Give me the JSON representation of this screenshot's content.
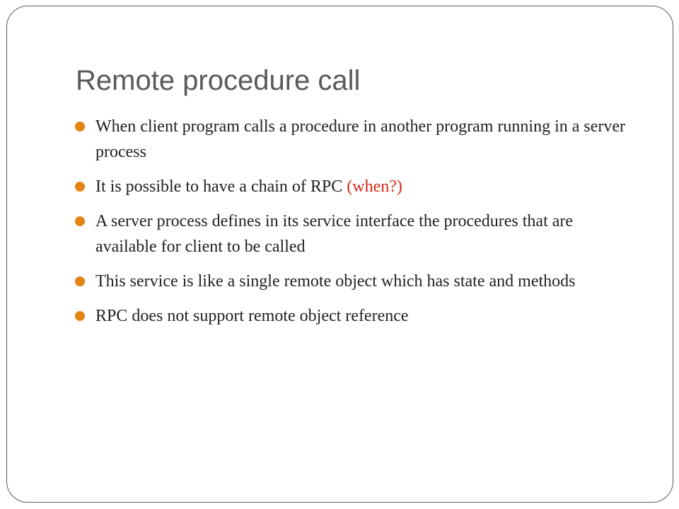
{
  "slide": {
    "title": "Remote procedure call",
    "bullet_color": "#E48312",
    "accent_color": "#D2261A",
    "bullets": [
      {
        "text": "When client program calls a procedure in another program running in a server process"
      },
      {
        "text": "It is possible to have a chain of RPC ",
        "accent": "(when?)"
      },
      {
        "text": "A server process defines in its service interface the procedures that are available for client to be called"
      },
      {
        "text": "This service is like a single remote object which has state and methods"
      },
      {
        "text": "RPC does not support remote object reference"
      }
    ]
  }
}
